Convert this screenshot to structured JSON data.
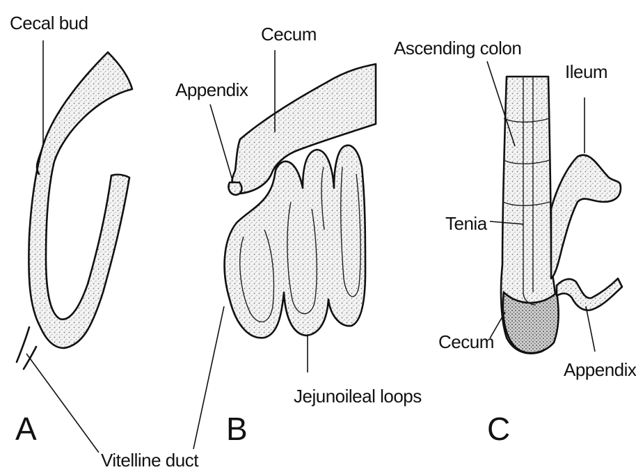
{
  "panels": {
    "a": {
      "letter": "A",
      "labels": {
        "cecal_bud": "Cecal bud"
      }
    },
    "b": {
      "letter": "B",
      "labels": {
        "cecum": "Cecum",
        "appendix": "Appendix",
        "jejunoileal_loops": "Jejunoileal loops"
      }
    },
    "c": {
      "letter": "C",
      "labels": {
        "ascending_colon": "Ascending colon",
        "ileum": "Ileum",
        "tenia": "Tenia",
        "cecum": "Cecum",
        "appendix": "Appendix"
      }
    }
  },
  "shared": {
    "vitelline_duct": "Vitelline duct"
  }
}
